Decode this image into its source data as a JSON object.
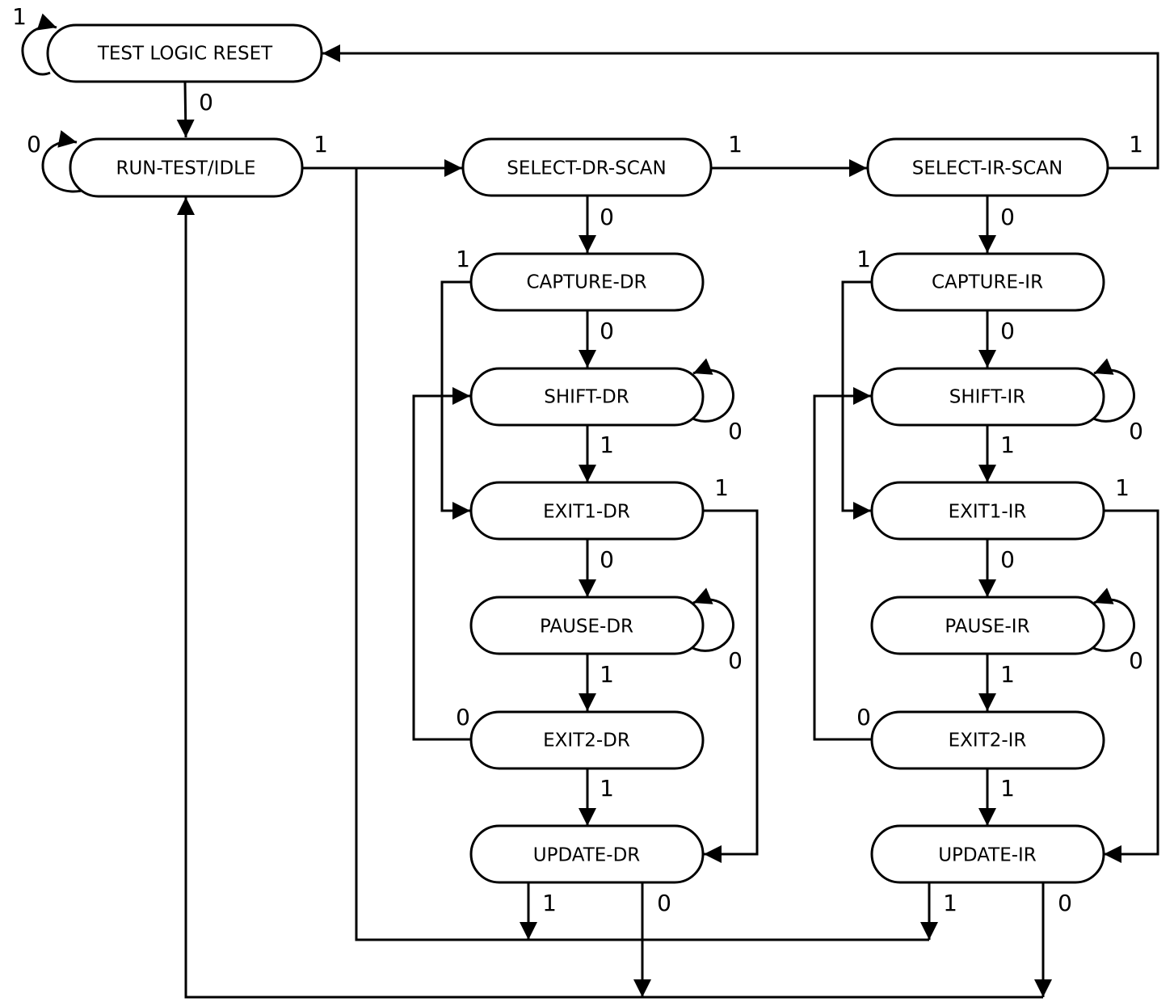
{
  "states": {
    "test_logic_reset": "TEST LOGIC RESET",
    "run_test_idle": "RUN-TEST/IDLE",
    "select_dr_scan": "SELECT-DR-SCAN",
    "select_ir_scan": "SELECT-IR-SCAN",
    "capture_dr": "CAPTURE-DR",
    "capture_ir": "CAPTURE-IR",
    "shift_dr": "SHIFT-DR",
    "shift_ir": "SHIFT-IR",
    "exit1_dr": "EXIT1-DR",
    "exit1_ir": "EXIT1-IR",
    "pause_dr": "PAUSE-DR",
    "pause_ir": "PAUSE-IR",
    "exit2_dr": "EXIT2-DR",
    "exit2_ir": "EXIT2-IR",
    "update_dr": "UPDATE-DR",
    "update_ir": "UPDATE-IR"
  },
  "transitions": {
    "tlr_self": "1",
    "tlr_to_rti": "0",
    "rti_self": "0",
    "rti_to_seldr": "1",
    "seldr_to_selir": "1",
    "selir_to_tlr": "1",
    "seldr_to_capdr": "0",
    "selir_to_capir": "0",
    "capdr_to_shiftdr": "0",
    "capir_to_shiftir": "0",
    "capdr_to_exit1dr": "1",
    "capir_to_exit1ir": "1",
    "shiftdr_self": "0",
    "shiftir_self": "0",
    "shiftdr_to_exit1dr": "1",
    "shiftir_to_exit1ir": "1",
    "exit1dr_to_updatedr": "1",
    "exit1ir_to_updateir": "1",
    "exit1dr_to_pausedr": "0",
    "exit1ir_to_pauseir": "0",
    "pausedr_self": "0",
    "pauseir_self": "0",
    "pausedr_to_exit2dr": "1",
    "pauseir_to_exit2ir": "1",
    "exit2dr_to_shiftdr": "0",
    "exit2ir_to_shiftir": "0",
    "exit2dr_to_updatedr": "1",
    "exit2ir_to_updateir": "1",
    "updatedr_to_seldr": "1",
    "updateir_to_seldr": "1",
    "updatedr_to_rti": "0",
    "updateir_to_rti": "0"
  }
}
